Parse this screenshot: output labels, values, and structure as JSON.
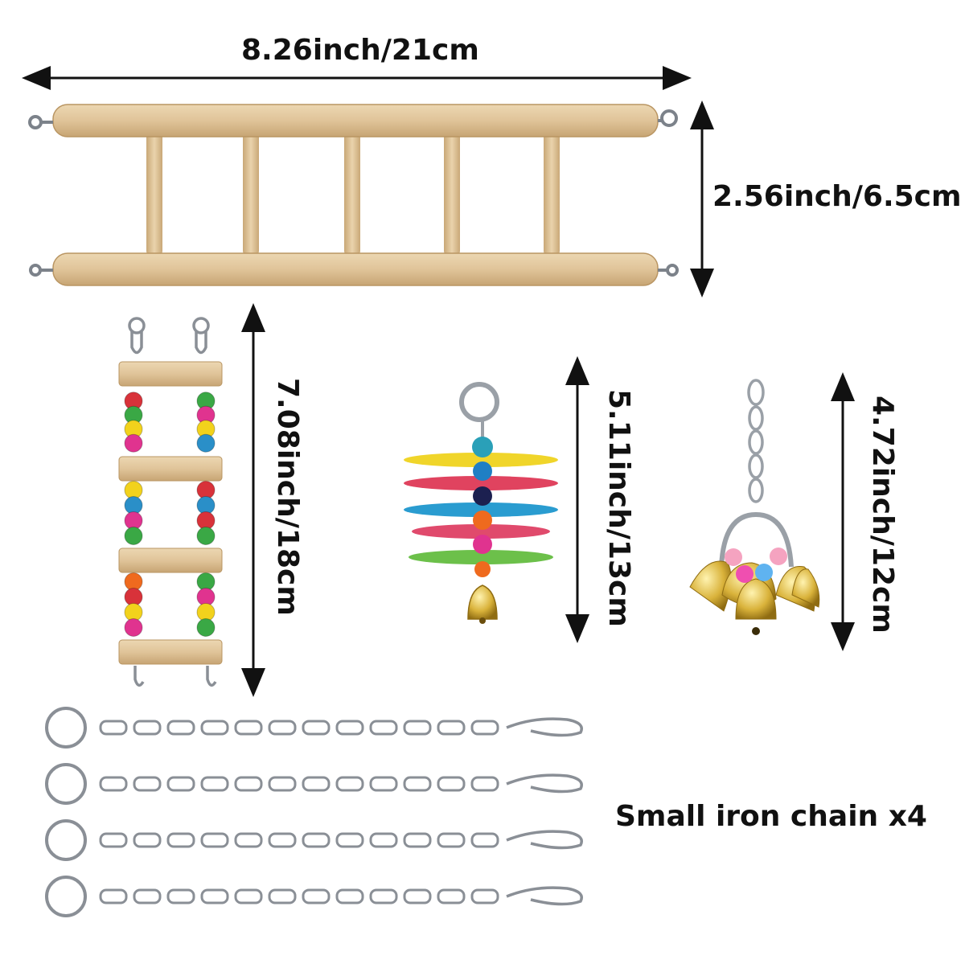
{
  "dimensions": {
    "ladder_width": "8.26inch/21cm",
    "ladder_height": "2.56inch/6.5cm",
    "bead_ladder_length": "7.08inch/18cm",
    "propeller_toy_length": "5.11inch/13cm",
    "bell_toy_length": "4.72inch/12cm"
  },
  "chains": {
    "label": "Small iron chain x4",
    "count": 4
  },
  "colors": {
    "wood": "#e2c9a0",
    "wood_dark": "#c9a877",
    "metal": "#8a8f96",
    "bead_red": "#d8323a",
    "bead_green": "#3aa845",
    "bead_yellow": "#f2d21c",
    "bead_pink": "#e0338f",
    "bead_blue": "#2a8fc8",
    "bead_orange": "#ef6a1e"
  },
  "icons": [
    "wooden-ladder-icon",
    "bead-ladder-icon",
    "propeller-toy-icon",
    "bell-toy-icon",
    "chain-icon"
  ]
}
